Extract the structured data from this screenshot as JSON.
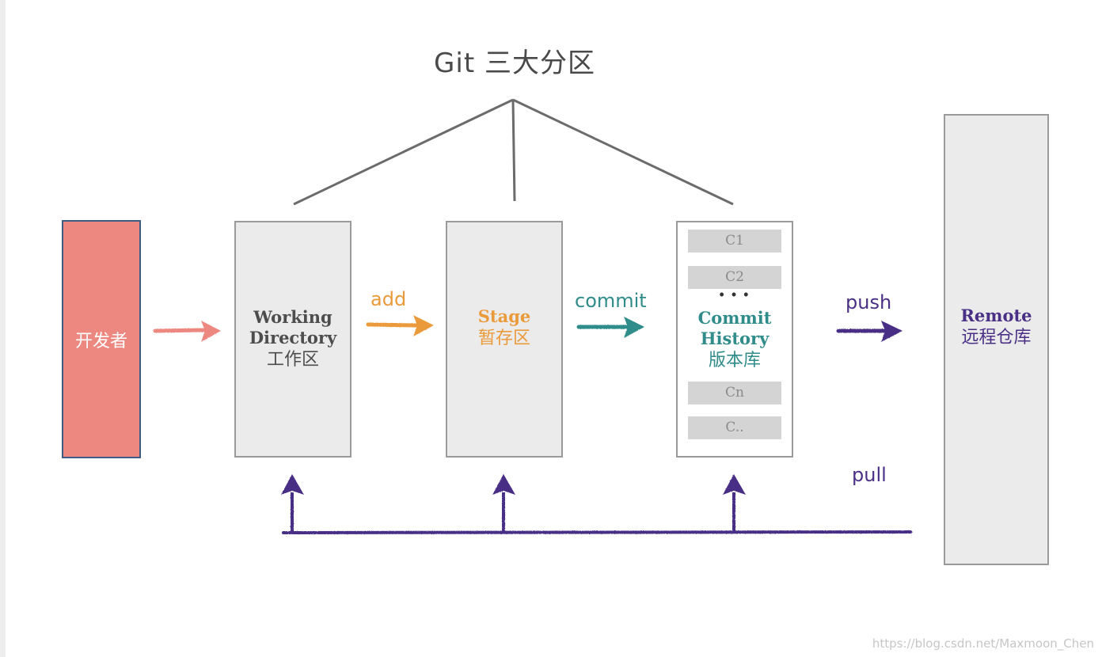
{
  "title": "Git 三大分区",
  "developer": {
    "label": "开发者"
  },
  "working_directory": {
    "en": "Working Directory",
    "en_line1": "Working",
    "en_line2": "Directory",
    "zh": "工作区"
  },
  "stage": {
    "en": "Stage",
    "zh": "暂存区"
  },
  "commit_history": {
    "en_line1": "Commit",
    "en_line2": "History",
    "zh": "版本库",
    "ellipsis": "• • •",
    "commits": [
      "C1",
      "C2",
      "Cn",
      "C.."
    ]
  },
  "remote": {
    "en": "Remote",
    "zh": "远程仓库"
  },
  "actions": {
    "add": "add",
    "commit": "commit",
    "push": "push",
    "pull": "pull"
  },
  "colors": {
    "developer": "#ec8880",
    "add": "#eb9a3b",
    "commit": "#2f8c8a",
    "push_pull": "#4a2f86",
    "box_fill": "#ebebeb",
    "tree_lines": "#6b6b6b"
  },
  "watermark": "https://blog.csdn.net/Maxmoon_Chen"
}
